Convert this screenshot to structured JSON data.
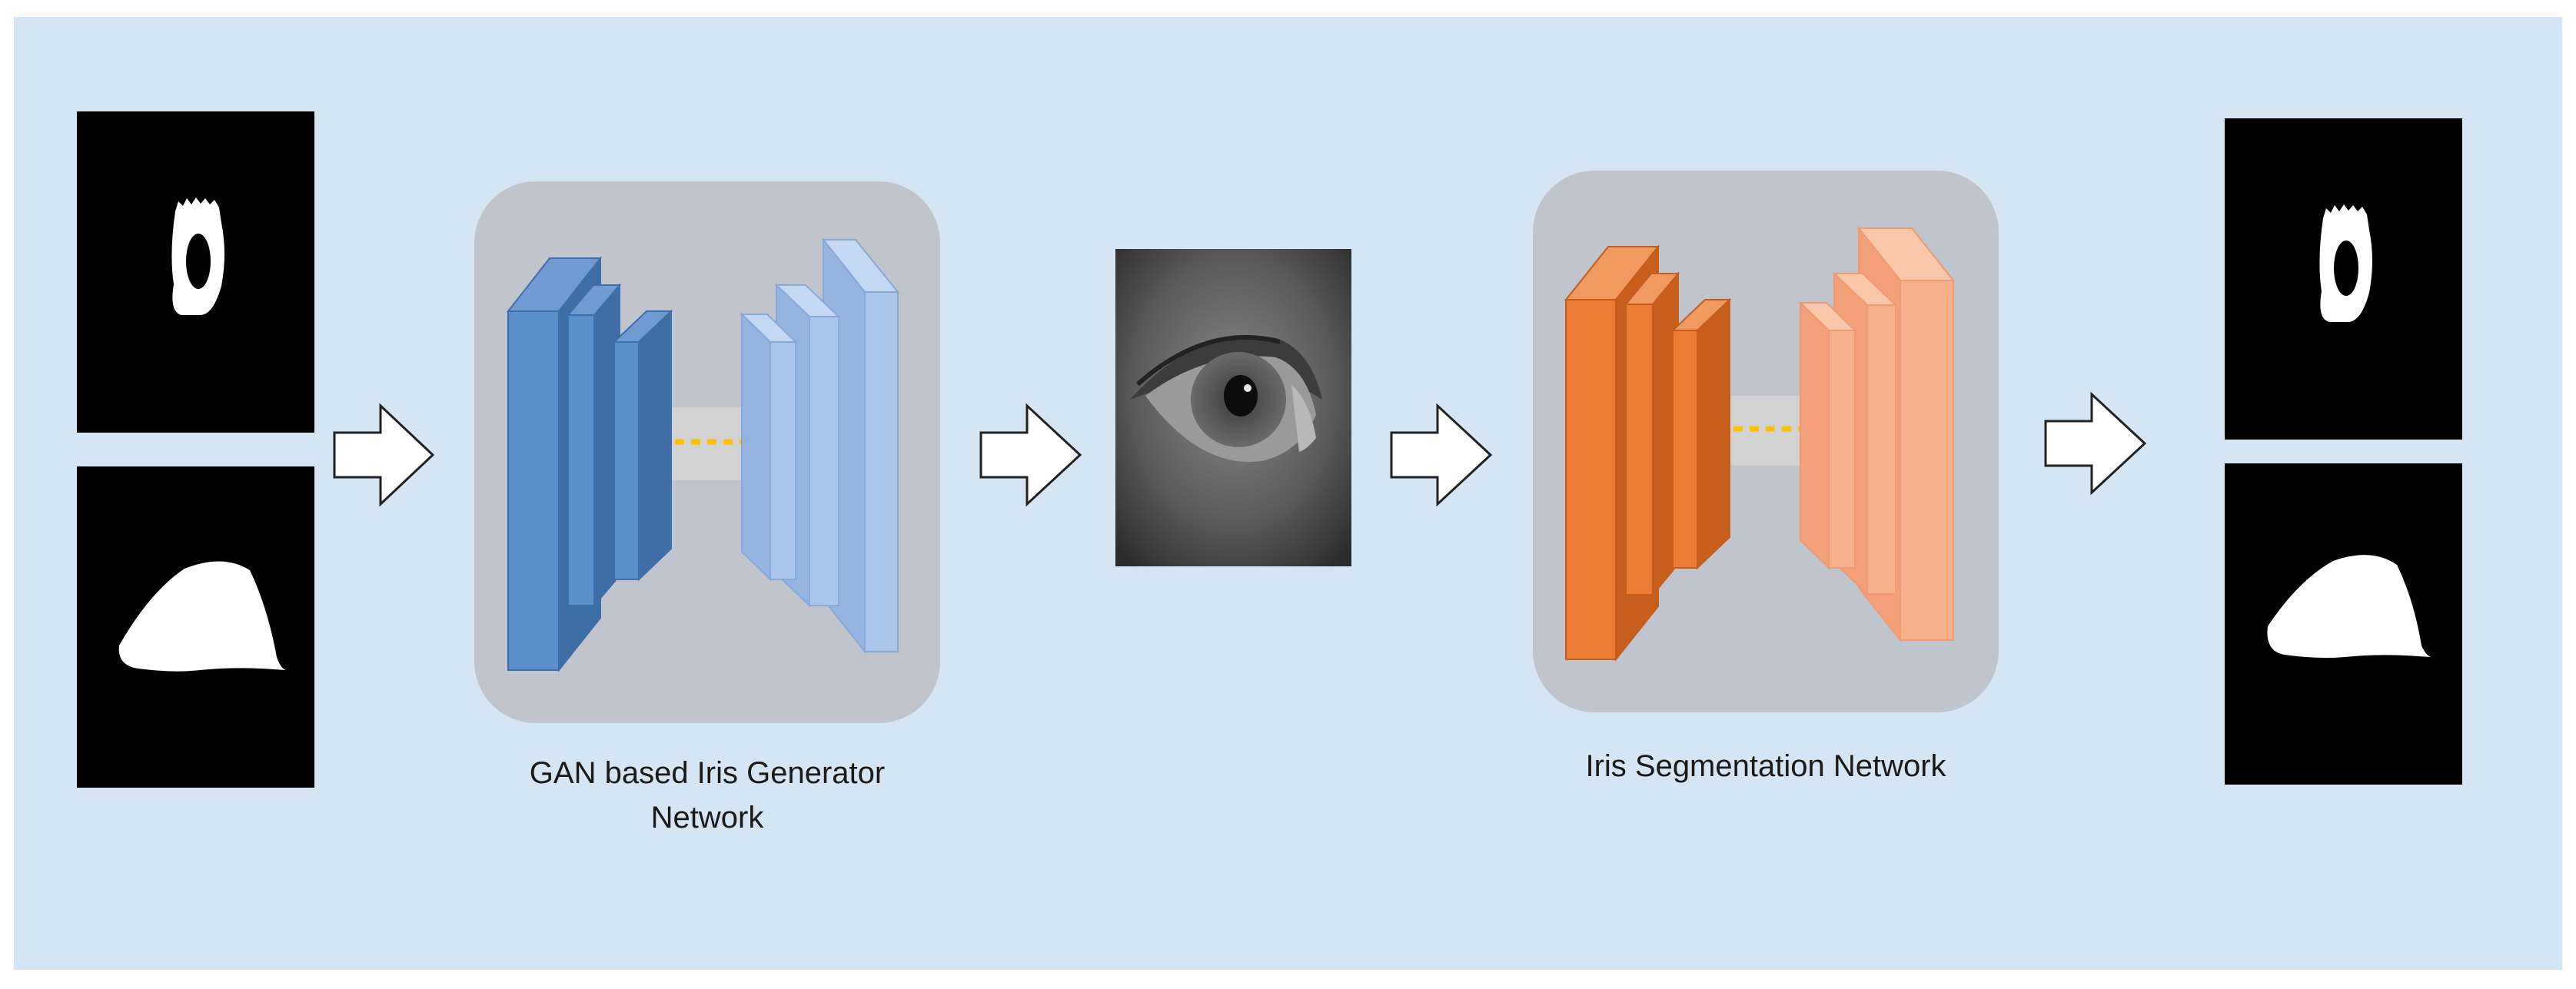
{
  "diagram": {
    "generator_label": "GAN based Iris Generator Network",
    "generator_label_line1": "GAN based Iris Generator",
    "generator_label_line2": "Network",
    "segmentation_label": "Iris Segmentation Network"
  },
  "colors": {
    "background": "#d6e5f3",
    "panel": "#c0c4cc",
    "generator_dark": "#4f83c2",
    "generator_light": "#a9c6ec",
    "segmentation_dark": "#e8762e",
    "segmentation_light": "#f8b08c",
    "bottleneck_link": "#ffc000"
  },
  "nodes": [
    {
      "id": "input-iris-mask",
      "icon": "iris-ring-mask-icon"
    },
    {
      "id": "input-eye-mask",
      "icon": "eye-region-mask-icon"
    },
    {
      "id": "generator",
      "icon": "encoder-decoder-icon"
    },
    {
      "id": "synthetic-eye-image",
      "icon": "eye-photo-icon"
    },
    {
      "id": "segmenter",
      "icon": "encoder-decoder-icon"
    },
    {
      "id": "output-iris-mask",
      "icon": "iris-ring-mask-icon"
    },
    {
      "id": "output-eye-mask",
      "icon": "eye-region-mask-icon"
    }
  ],
  "flow_arrows": 4
}
